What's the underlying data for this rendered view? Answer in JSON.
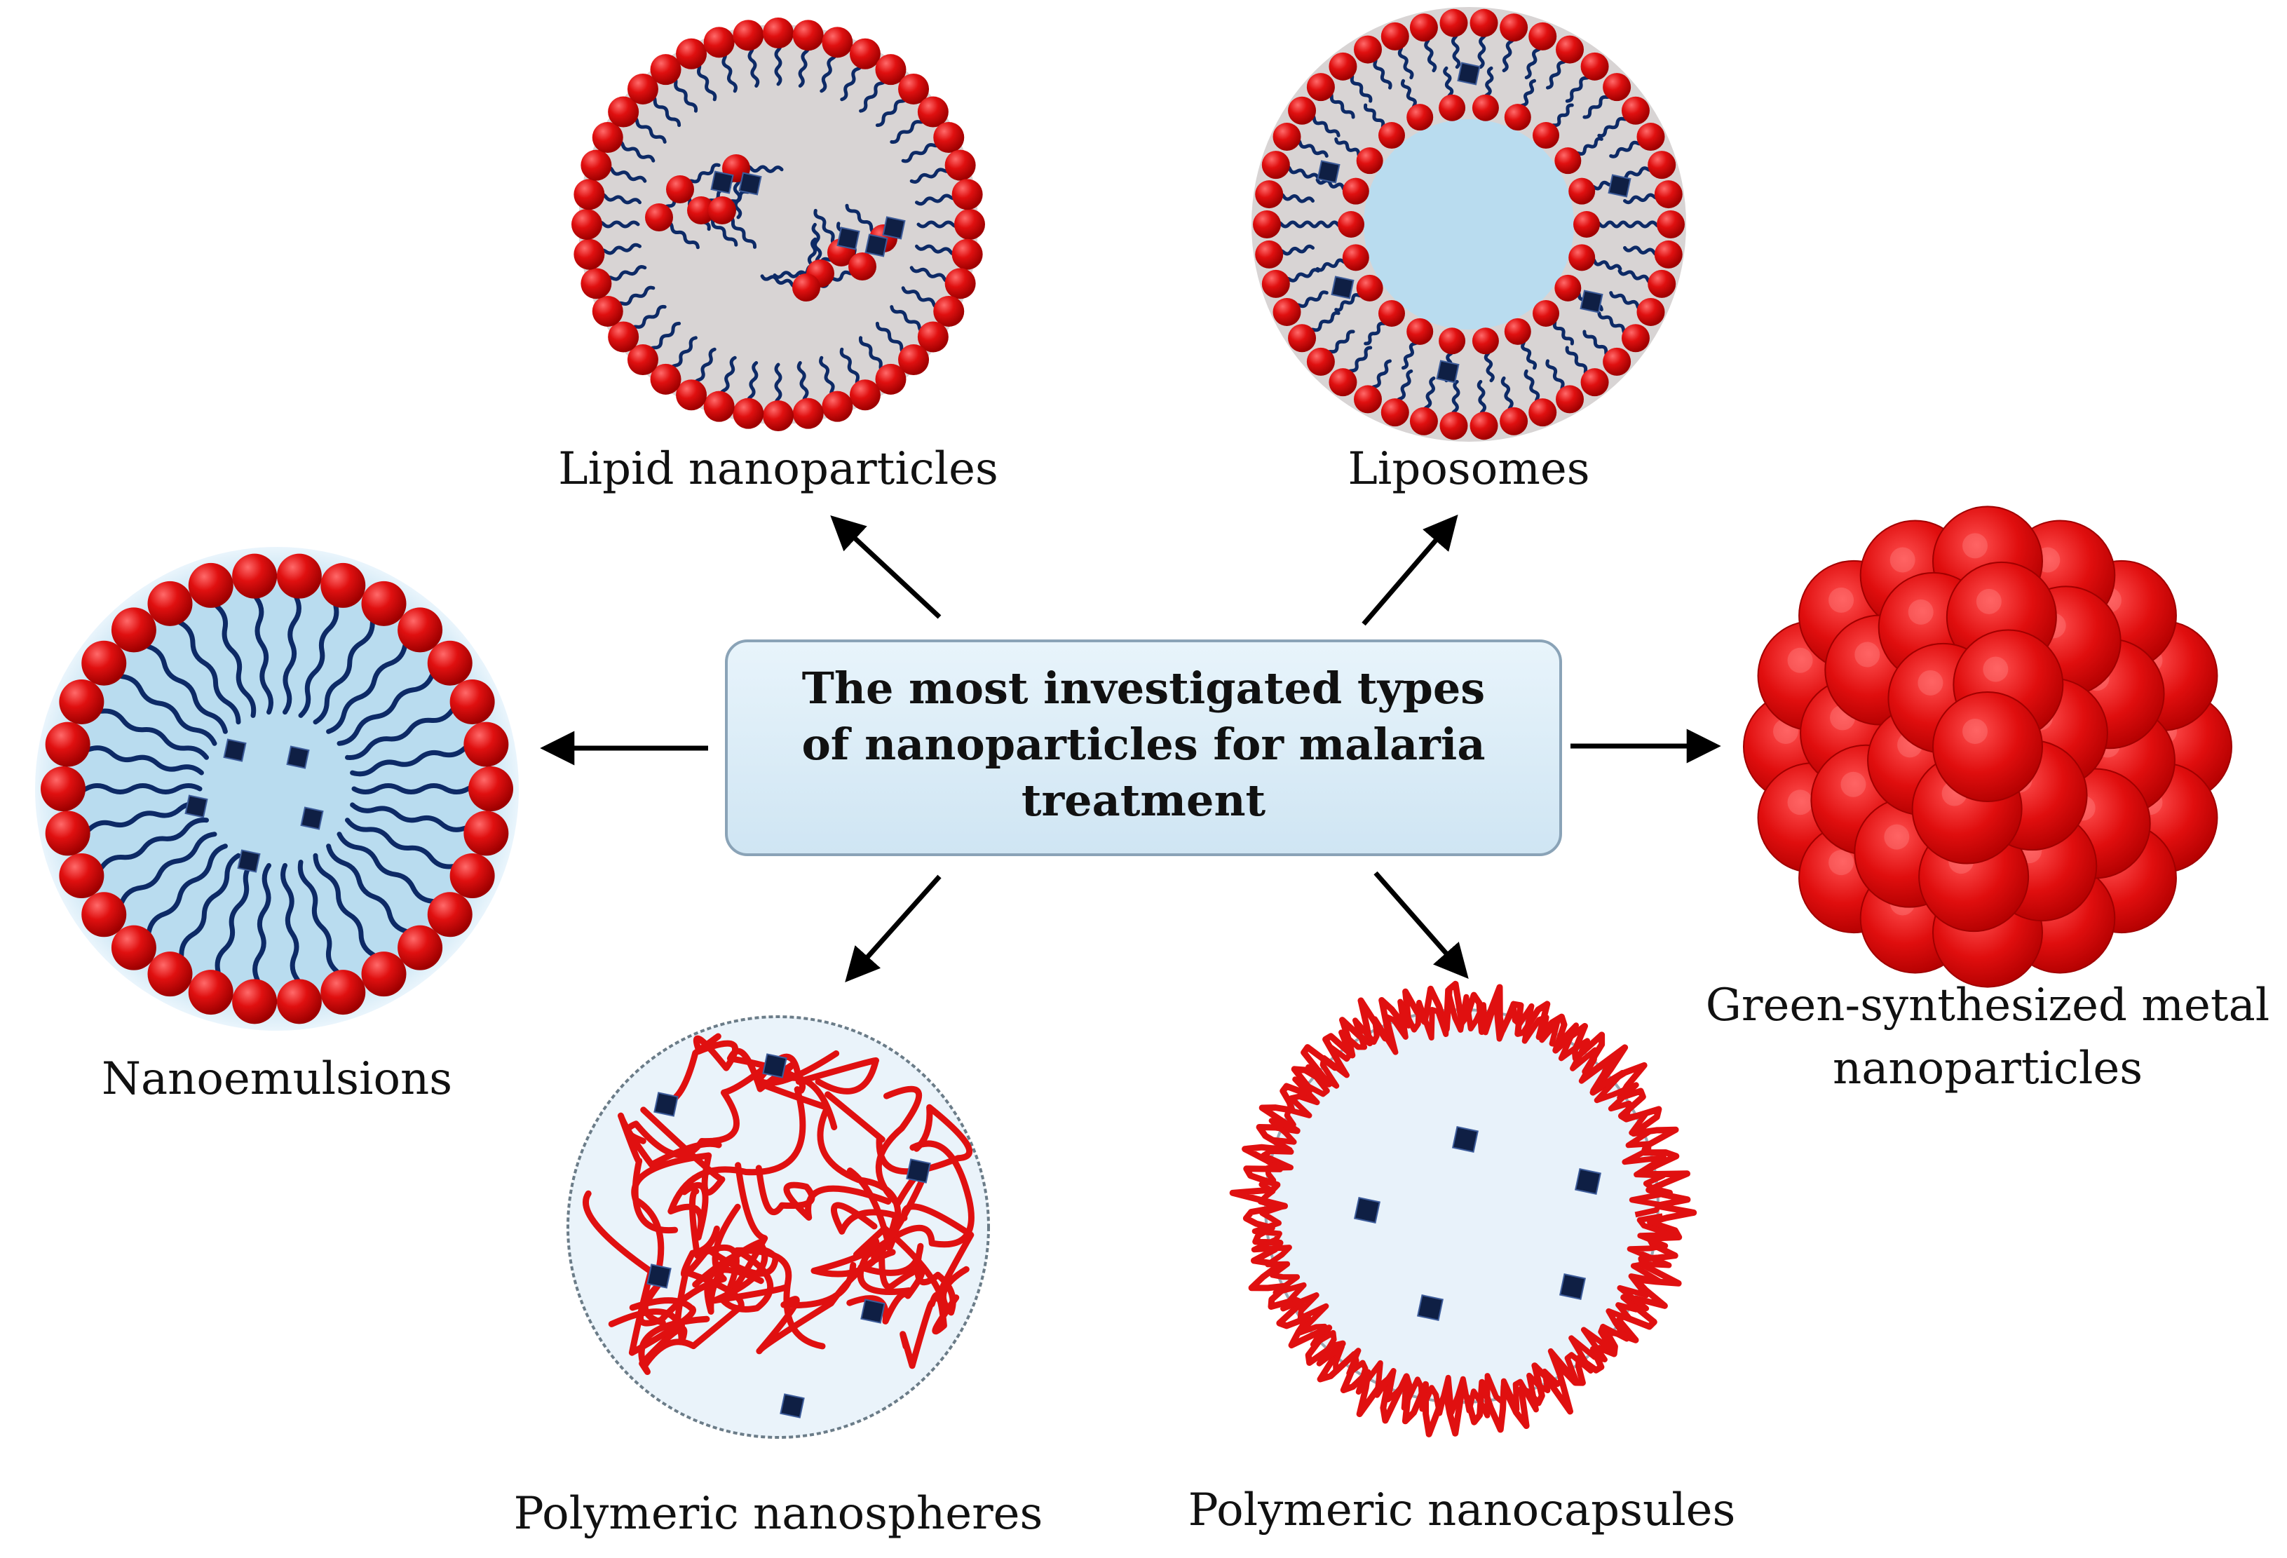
{
  "center": {
    "line1": "The most investigated types",
    "line2": "of nanoparticles for malaria",
    "line3": "treatment"
  },
  "labels": {
    "lipid_nanoparticles": "Lipid nanoparticles",
    "liposomes": "Liposomes",
    "nanoemulsions": "Nanoemulsions",
    "green_line1": "Green-synthesized metal",
    "green_line2": "nanoparticles",
    "polymeric_nanospheres": "Polymeric nanospheres",
    "polymeric_nanocapsules": "Polymeric nanocapsules"
  },
  "colors": {
    "lipid_head": "#e01010",
    "lipid_tail": "#0d2a66",
    "core_gray": "#d8d4d4",
    "core_blue": "#b9dcef",
    "polymer": "#e01010",
    "drug": "#0f1f44",
    "box_fill": "#dceef9",
    "box_stroke": "#8aa3b7"
  }
}
